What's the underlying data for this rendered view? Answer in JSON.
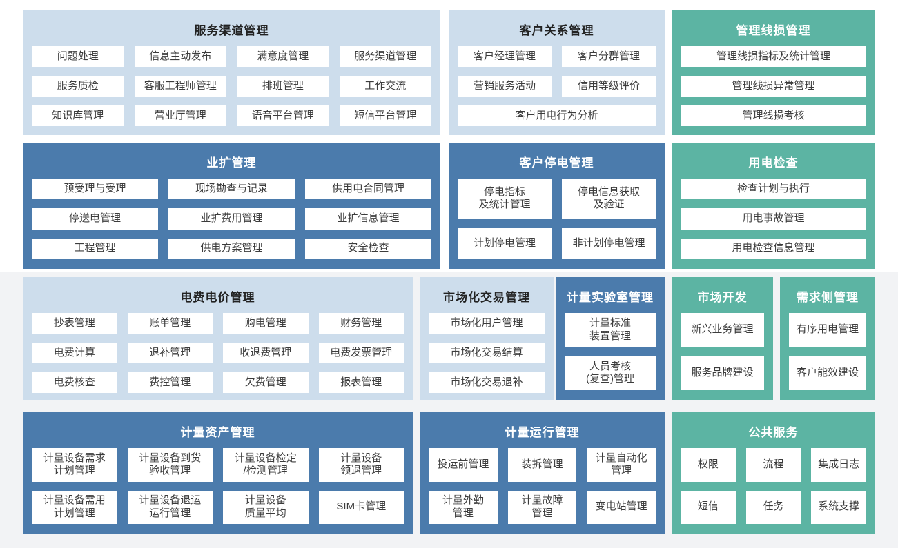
{
  "colors": {
    "light_blue_block": "#CDDDEC",
    "dark_blue_block": "#4B7BAC",
    "teal_block": "#5CB4A3",
    "lower_background": "#F2F3F5",
    "card_background": "#FFFFFF",
    "card_text": "#3C3C3C",
    "title_on_light": "#222222",
    "title_on_dark": "#FFFFFF"
  },
  "blocks": [
    {
      "title": "服务渠道管理",
      "theme": "light",
      "items": [
        {
          "label": "问题处理"
        },
        {
          "label": "信息主动发布"
        },
        {
          "label": "满意度管理"
        },
        {
          "label": "服务渠道管理"
        },
        {
          "label": "服务质检"
        },
        {
          "label": "客服工程师管理"
        },
        {
          "label": "排班管理"
        },
        {
          "label": "工作交流"
        },
        {
          "label": "知识库管理"
        },
        {
          "label": "营业厅管理"
        },
        {
          "label": "语音平台管理"
        },
        {
          "label": "短信平台管理"
        }
      ]
    },
    {
      "title": "客户关系管理",
      "theme": "light",
      "items": [
        {
          "label": "客户经理管理"
        },
        {
          "label": "客户分群管理"
        },
        {
          "label": "营销服务活动"
        },
        {
          "label": "信用等级评价"
        },
        {
          "label": "客户用电行为分析",
          "span": 2
        }
      ]
    },
    {
      "title": "管理线损管理",
      "theme": "teal",
      "items": [
        {
          "label": "管理线损指标及统计管理"
        },
        {
          "label": "管理线损异常管理"
        },
        {
          "label": "管理线损考核"
        }
      ]
    },
    {
      "title": "业扩管理",
      "theme": "dark",
      "items": [
        {
          "label": "预受理与受理"
        },
        {
          "label": "现场勘查与记录"
        },
        {
          "label": "供用电合同管理"
        },
        {
          "label": "停送电管理"
        },
        {
          "label": "业扩费用管理"
        },
        {
          "label": "业扩信息管理"
        },
        {
          "label": "工程管理"
        },
        {
          "label": "供电方案管理"
        },
        {
          "label": "安全检查"
        }
      ]
    },
    {
      "title": "客户停电管理",
      "theme": "dark",
      "items": [
        {
          "label": "停电指标\n及统计管理"
        },
        {
          "label": "停电信息获取\n及验证"
        },
        {
          "label": "计划停电管理"
        },
        {
          "label": "非计划停电管理"
        }
      ]
    },
    {
      "title": "用电检查",
      "theme": "teal",
      "items": [
        {
          "label": "检查计划与执行"
        },
        {
          "label": "用电事故管理"
        },
        {
          "label": "用电检查信息管理"
        }
      ]
    },
    {
      "title": "电费电价管理",
      "theme": "light",
      "items": [
        {
          "label": "抄表管理"
        },
        {
          "label": "账单管理"
        },
        {
          "label": "购电管理"
        },
        {
          "label": "财务管理"
        },
        {
          "label": "电费计算"
        },
        {
          "label": "退补管理"
        },
        {
          "label": "收退费管理"
        },
        {
          "label": "电费发票管理"
        },
        {
          "label": "电费核查"
        },
        {
          "label": "费控管理"
        },
        {
          "label": "欠费管理"
        },
        {
          "label": "报表管理"
        }
      ]
    },
    {
      "title": "市场化交易管理",
      "theme": "light",
      "items": [
        {
          "label": "市场化用户管理"
        },
        {
          "label": "市场化交易结算"
        },
        {
          "label": "市场化交易退补"
        }
      ]
    },
    {
      "title": "计量实验室管理",
      "theme": "dark",
      "items": [
        {
          "label": "计量标准\n装置管理"
        },
        {
          "label": "人员考核\n(复查)管理"
        }
      ]
    },
    {
      "title": "市场开发",
      "theme": "teal",
      "items": [
        {
          "label": "新兴业务管理"
        },
        {
          "label": "服务品牌建设"
        }
      ]
    },
    {
      "title": "需求侧管理",
      "theme": "teal",
      "items": [
        {
          "label": "有序用电管理"
        },
        {
          "label": "客户能效建设"
        }
      ]
    },
    {
      "title": "计量资产管理",
      "theme": "dark",
      "items": [
        {
          "label": "计量设备需求\n计划管理"
        },
        {
          "label": "计量设备到货\n验收管理"
        },
        {
          "label": "计量设备检定\n/检测管理"
        },
        {
          "label": "计量设备\n领退管理"
        },
        {
          "label": "计量设备需用\n计划管理"
        },
        {
          "label": "计量设备退运\n运行管理"
        },
        {
          "label": "计量设备\n质量平均"
        },
        {
          "label": "SIM卡管理"
        }
      ]
    },
    {
      "title": "计量运行管理",
      "theme": "dark",
      "items": [
        {
          "label": "投运前管理"
        },
        {
          "label": "装拆管理"
        },
        {
          "label": "计量自动化\n管理"
        },
        {
          "label": "计量外勤\n管理"
        },
        {
          "label": "计量故障\n管理"
        },
        {
          "label": "变电站管理"
        }
      ]
    },
    {
      "title": "公共服务",
      "theme": "teal",
      "items": [
        {
          "label": "权限"
        },
        {
          "label": "流程"
        },
        {
          "label": "集成日志"
        },
        {
          "label": "短信"
        },
        {
          "label": "任务"
        },
        {
          "label": "系统支撑"
        }
      ]
    }
  ]
}
